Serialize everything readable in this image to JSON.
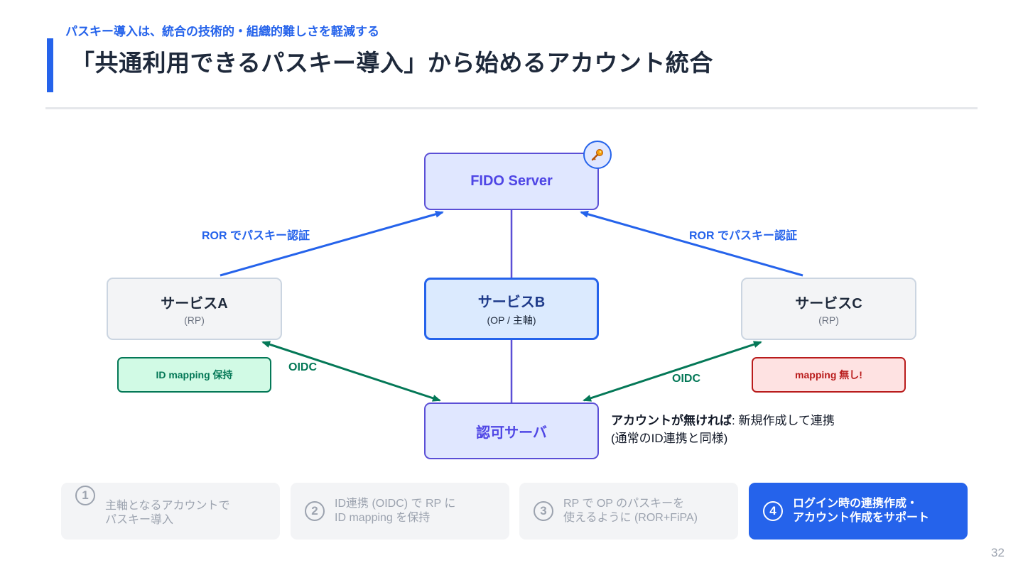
{
  "header": {
    "subtitle": "パスキー導入は、統合の技術的・組織的難しさを軽減する",
    "title": "「共通利用できるパスキー導入」から始めるアカウント統合"
  },
  "diagram": {
    "fido": {
      "title": "FIDO Server",
      "icon": "key-icon"
    },
    "service_a": {
      "title": "サービスA",
      "sub": "(RP)"
    },
    "service_b": {
      "title": "サービスB",
      "sub": "(OP / 主軸)"
    },
    "service_c": {
      "title": "サービスC",
      "sub": "(RP)"
    },
    "auth_server": {
      "title": "認可サーバ"
    },
    "edge_labels": {
      "ror_left": "ROR でパスキー認証",
      "ror_right": "ROR でパスキー認証",
      "oidc_left": "OIDC",
      "oidc_right": "OIDC"
    },
    "tag_green": "ID mapping 保持",
    "tag_red": "mapping 無し!",
    "note_bold": "アカウントが無ければ",
    "note_rest": ": 新規作成して連携",
    "note_line2": "(通常のID連携と同様)",
    "colors": {
      "blue": "#2563eb",
      "green": "#047857",
      "purple": "#5b4fd6",
      "red": "#b91c1c"
    }
  },
  "steps": [
    {
      "num": "1",
      "text": "主軸となるアカウントで\nパスキー導入",
      "active": false
    },
    {
      "num": "2",
      "text": "ID連携 (OIDC) で RP に\nID mapping を保持",
      "active": false
    },
    {
      "num": "3",
      "text": "RP で OP のパスキーを\n使えるように (ROR+FiPA)",
      "active": false
    },
    {
      "num": "4",
      "text": "ログイン時の連携作成・\nアカウント作成をサポート",
      "active": true
    }
  ],
  "page_number": "32"
}
